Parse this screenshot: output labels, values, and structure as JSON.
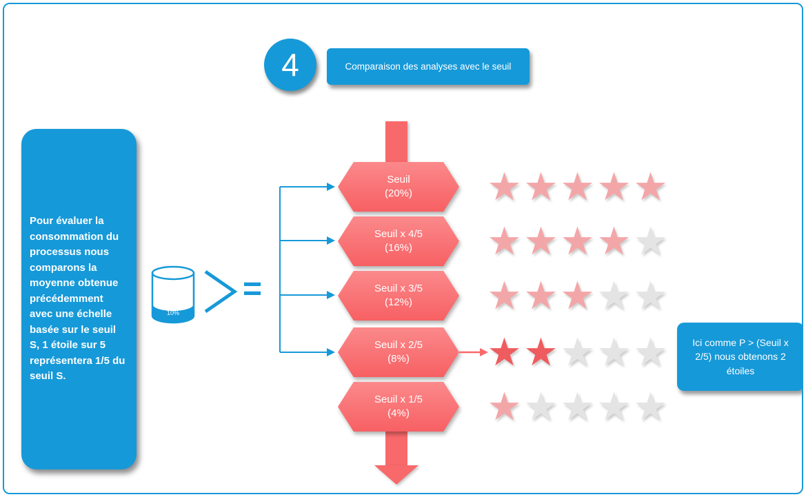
{
  "colors": {
    "blue": "#1699D8",
    "red": "#F8696B",
    "star-pink": "#F3A6A8",
    "star-red": "#EE5C5F",
    "star-gray": "#E4E4E4"
  },
  "icons": {
    "star": "★"
  },
  "header": {
    "step_number": "4",
    "title": "Comparaison des analyses avec le seuil"
  },
  "left_panel": {
    "text": "Pour évaluer la consommation du processus nous comparons la moyenne obtenue précédemment  avec une échelle basée sur le seuil S, 1 étoile sur 5 représentera 1/5 du seuil S."
  },
  "database": {
    "label": "10%"
  },
  "operators": {
    "greater_than": ">",
    "equals": "="
  },
  "stars_per_row": 5,
  "thresholds": [
    {
      "line1": "Seuil",
      "line2": "(20%)",
      "stars": 5,
      "highlight": false
    },
    {
      "line1": "Seuil x 4/5",
      "line2": "(16%)",
      "stars": 4,
      "highlight": false
    },
    {
      "line1": "Seuil x 3/5",
      "line2": "(12%)",
      "stars": 3,
      "highlight": false
    },
    {
      "line1": "Seuil x 2/5",
      "line2": "(8%)",
      "stars": 2,
      "highlight": true
    },
    {
      "line1": "Seuil x 1/5",
      "line2": "(4%)",
      "stars": 1,
      "highlight": false
    }
  ],
  "result_note": {
    "text": "Ici comme P > (Seuil x 2/5) nous obtenons 2 étoiles"
  }
}
